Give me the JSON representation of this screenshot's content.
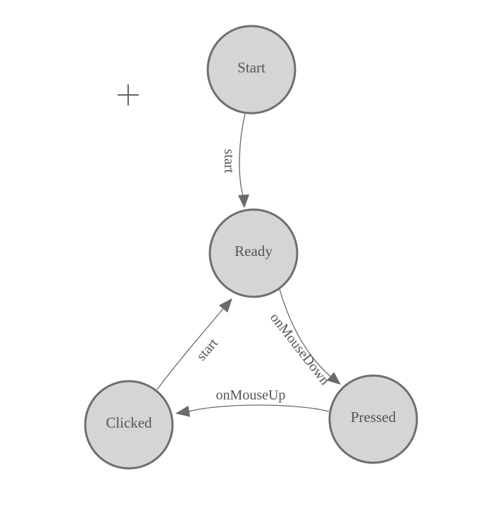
{
  "canvas": {
    "background": "#ffffff"
  },
  "cursor": {
    "name": "crosshair-plus",
    "color": "#666666"
  },
  "styles": {
    "node_fill": "#d5d5d5",
    "node_stroke": "#6e6e6e",
    "edge_color": "#666666",
    "arrow_color": "#6b6b6b",
    "label_color": "#555555"
  },
  "diagram": {
    "type": "state-machine",
    "nodes": [
      {
        "id": "start",
        "label": "Start"
      },
      {
        "id": "ready",
        "label": "Ready"
      },
      {
        "id": "clicked",
        "label": "Clicked"
      },
      {
        "id": "pressed",
        "label": "Pressed"
      }
    ],
    "edges": [
      {
        "from": "Start",
        "to": "Ready",
        "label": "start"
      },
      {
        "from": "Ready",
        "to": "Pressed",
        "label": "onMouseDown"
      },
      {
        "from": "Pressed",
        "to": "Clicked",
        "label": "onMouseUp"
      },
      {
        "from": "Clicked",
        "to": "Ready",
        "label": "start"
      }
    ]
  }
}
